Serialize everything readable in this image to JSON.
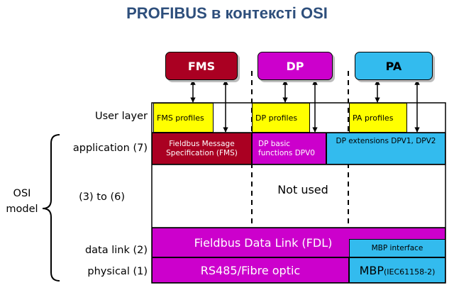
{
  "title": "PROFIBUS в контексті OSI",
  "protocols": {
    "fms": "FMS",
    "dp": "DP",
    "pa": "PA"
  },
  "profiles": {
    "fms": "FMS profiles",
    "dp": "DP profiles",
    "pa": "PA profiles"
  },
  "layers": {
    "user": "User layer",
    "application": "application (7)",
    "middle": "(3) to (6)",
    "data_link": "data link (2)",
    "physical": "physical (1)"
  },
  "osi_model": {
    "line1": "OSI",
    "line2": "model"
  },
  "application_cells": {
    "fms_line1": "Fieldbus Message",
    "fms_line2": "Specification (FMS)",
    "dp_line1": "DP  basic",
    "dp_line2": "functions DPV0",
    "dpext": "DP extensions DPV1, DPV2"
  },
  "not_used": "Not used",
  "fdl": "Fieldbus Data Link (FDL)",
  "mbp_interface": "MBP interface",
  "rs485": "RS485/Fibre optic",
  "mbp_main": "MBP",
  "mbp_standard": "(IEC61158-2)",
  "colors": {
    "fms": "#aa0022",
    "dp": "#cc00cc",
    "pa": "#33bbee",
    "profile": "#ffff00",
    "title": "#2e4f7c"
  }
}
